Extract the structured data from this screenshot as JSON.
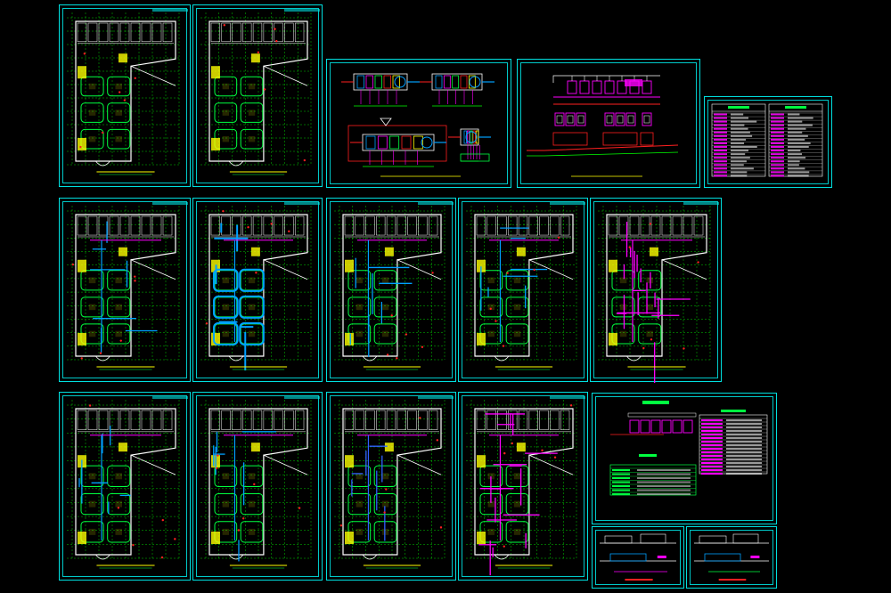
{
  "drawing": {
    "background_color": "#000000",
    "colors": {
      "frame": "#00e0e0",
      "wall": "#ffffff",
      "grid": "#00ff00",
      "duct": "#00a0ff",
      "pipe": "#ff00ff",
      "room": "#00ff40",
      "fill": "#ffff00",
      "red": "#ff2020",
      "blue": "#3060ff"
    },
    "sheet_groups": {
      "floor_plans": 11,
      "equipment_details": 1,
      "system_diagrams": 2,
      "schedules": 2,
      "sections": 2
    }
  }
}
